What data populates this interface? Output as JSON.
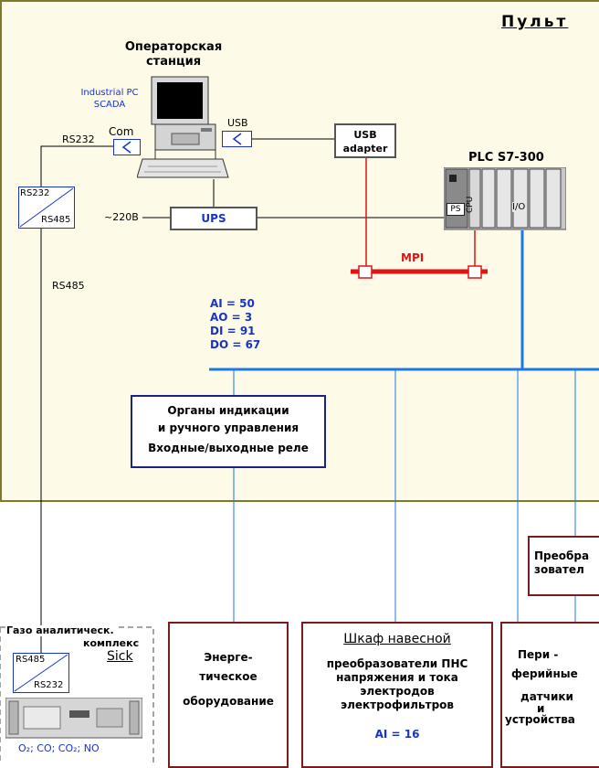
{
  "panel": {
    "title": "Пульт"
  },
  "operator": {
    "title_line1": "Операторская",
    "title_line2": "станция",
    "pc_line1": "Industrial PC",
    "pc_line2": "SCADA",
    "com": "Com",
    "usb": "USB",
    "rs232": "RS232",
    "power": "~220В"
  },
  "converter1": {
    "top": "RS232",
    "bottom": "RS485"
  },
  "rs485_label": "RS485",
  "usb_adapter": {
    "line1": "USB",
    "line2": "adapter"
  },
  "ups": "UPS",
  "plc": {
    "title": "PLC S7-300",
    "ps": "PS",
    "cpu": "CPU",
    "io": "I/O"
  },
  "mpi": "MPI",
  "io_counts": {
    "ai": "AI  = 50",
    "ao": "AO =  3",
    "di": "DI  = 91",
    "do": "DO = 67"
  },
  "indication_box": {
    "line1": "Органы индикации",
    "line2": "и ручного управления",
    "line3": "Входные/выходные реле"
  },
  "converter_box": {
    "line1": "Преобра",
    "line2": "зовател"
  },
  "gas": {
    "line1": "Газо аналитическ.",
    "line2": "комплекс",
    "brand": "Sick",
    "conv_top": "RS485",
    "conv_bottom": "RS232",
    "gases": "O₂; CO; CO₂; NO"
  },
  "energy_box": {
    "line1": "Энерге-",
    "line2": "тическое",
    "line3": "оборудование"
  },
  "cabinet": {
    "title": "Шкаф навесной",
    "line1": "преобразователи ПНС",
    "line2": "напряжения и тока",
    "line3": "электродов",
    "line4": "электрофильтров",
    "ai": "AI = 16"
  },
  "periph_box": {
    "line1": "Пери -",
    "line2": "ферийные",
    "line3": "датчики",
    "line4": "и",
    "line5": "устройства"
  },
  "colors": {
    "panel_bg": "#fdfbe7",
    "panel_border": "#7d7a2c",
    "bus": "#1a7ae6",
    "box_border": "#7a1c1c",
    "mpi": "#e01414"
  }
}
